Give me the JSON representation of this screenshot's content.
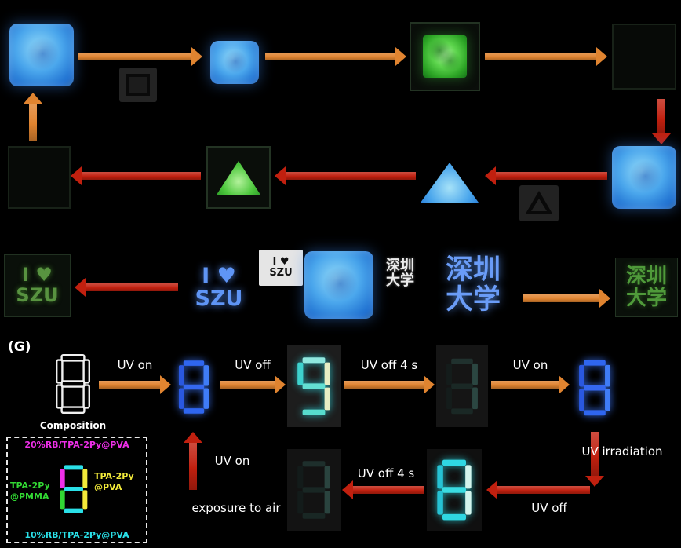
{
  "palette": {
    "background": "#000000",
    "arrow_orange": "#e08430",
    "arrow_red": "#c1200f",
    "film_blue": "#4aa6ec",
    "film_green": "#3fbe33",
    "digit_blue": "#3a6ef2",
    "digit_cyan": "#2fd7e2",
    "legend_magenta": "#ee2fe8",
    "legend_yellow": "#f2ea3a",
    "legend_green": "#32d833",
    "legend_cyan": "#2ae0e8",
    "mask_gray": "#242424",
    "stamp_white": "#e5e5e5"
  },
  "icons": {
    "photomask_square": "dark square outline on gray patch",
    "photomask_triangle": "dark triangle outline on gray patch"
  },
  "szu_row": {
    "green_print": {
      "line1": "I ♥",
      "line2": "SZU"
    },
    "blue_print": {
      "line1": "I ♥",
      "line2": "SZU"
    },
    "white_stamp": {
      "line1": "I ♥",
      "line2": "SZU"
    },
    "hanzi_white_stamp": {
      "line1": "深圳",
      "line2": "大学"
    },
    "hanzi_blue": {
      "line1": "深圳",
      "line2": "大学"
    },
    "hanzi_green": {
      "line1": "深圳",
      "line2": "大学"
    }
  },
  "g_section": {
    "panel_label": "(G)",
    "composition_label": "Composition",
    "labels": {
      "uv_on_1": "UV on",
      "uv_off_1": "UV off",
      "uv_off_4s_1": "UV off 4 s",
      "uv_on_2": "UV on",
      "uv_irradiation": "UV irradiation",
      "uv_off_2": "UV off",
      "uv_off_4s_2": "UV off 4 s",
      "uv_on_3": "UV on",
      "exposure_to_air": "exposure to air"
    },
    "legend": {
      "top_label": "20%RB/TPA-2Py@PVA",
      "right_label_line1": "TPA-2Py",
      "right_label_line2": "@PVA",
      "left_label_line1": "TPA-2Py",
      "left_label_line2": "@PMMA",
      "bottom_label": "10%RB/TPA-2Py@PVA"
    }
  },
  "segment_displays": {
    "composition": {
      "style": "outline",
      "segments": {
        "a": "#f0f0f0",
        "b": "#f0f0f0",
        "c": "#f0f0f0",
        "d": "#f0f0f0",
        "e": "#f0f0f0",
        "f": "#f0f0f0",
        "g": "#f0f0f0"
      }
    },
    "blue_eight_a": {
      "style": "fill",
      "segments": {
        "a": "#2f66ef",
        "b": "#3f7cf7",
        "c": "#3f7cf7",
        "d": "#2f66ef",
        "e": "#2a58e0",
        "f": "#2a58e0",
        "g": "#3568f0"
      }
    },
    "multicolor_nine": {
      "style": "fill",
      "segments": {
        "a": "#8fe8df",
        "b": "#e8eec4",
        "c": "#e8eec4",
        "d": "#57dccd",
        "e": null,
        "f": "#3ed2ce",
        "g": "#63e0d2"
      }
    },
    "faint_seven_a": {
      "style": "fill",
      "segments": {
        "a": "#20312e",
        "b": "#2b4641",
        "c": "#2b4641",
        "d": "#1a2825",
        "e": "#141c1b",
        "f": "#141c1b",
        "g": "#1a2825"
      }
    },
    "blue_eight_b": {
      "style": "fill",
      "segments": {
        "a": "#2f66ef",
        "b": "#3f7cf7",
        "c": "#3f7cf7",
        "d": "#2f66ef",
        "e": "#2a58e0",
        "f": "#2a58e0",
        "g": "#3568f0"
      }
    },
    "cyan_eight": {
      "style": "fill",
      "segments": {
        "a": "#2fd7e2",
        "b": "#d2f4ec",
        "c": "#d2f4ec",
        "d": "#2fd7e2",
        "e": "#26c2d4",
        "f": "#26c2d4",
        "g": "#3adce2"
      }
    },
    "faint_seven_b": {
      "style": "fill",
      "segments": {
        "a": "#1e2f2c",
        "b": "#2a443f",
        "c": "#2a443f",
        "d": "#192724",
        "e": "#131b1a",
        "f": "#131b1a",
        "g": "#192724"
      }
    },
    "legend_digit": {
      "style": "fill",
      "segments": {
        "a": "#2ae0e8",
        "b": "#f2ea3a",
        "c": "#f2ea3a",
        "d": "#2ae0e8",
        "e": "#32d833",
        "f": "#ee2fe8",
        "g": "#2ae0e8"
      }
    }
  }
}
